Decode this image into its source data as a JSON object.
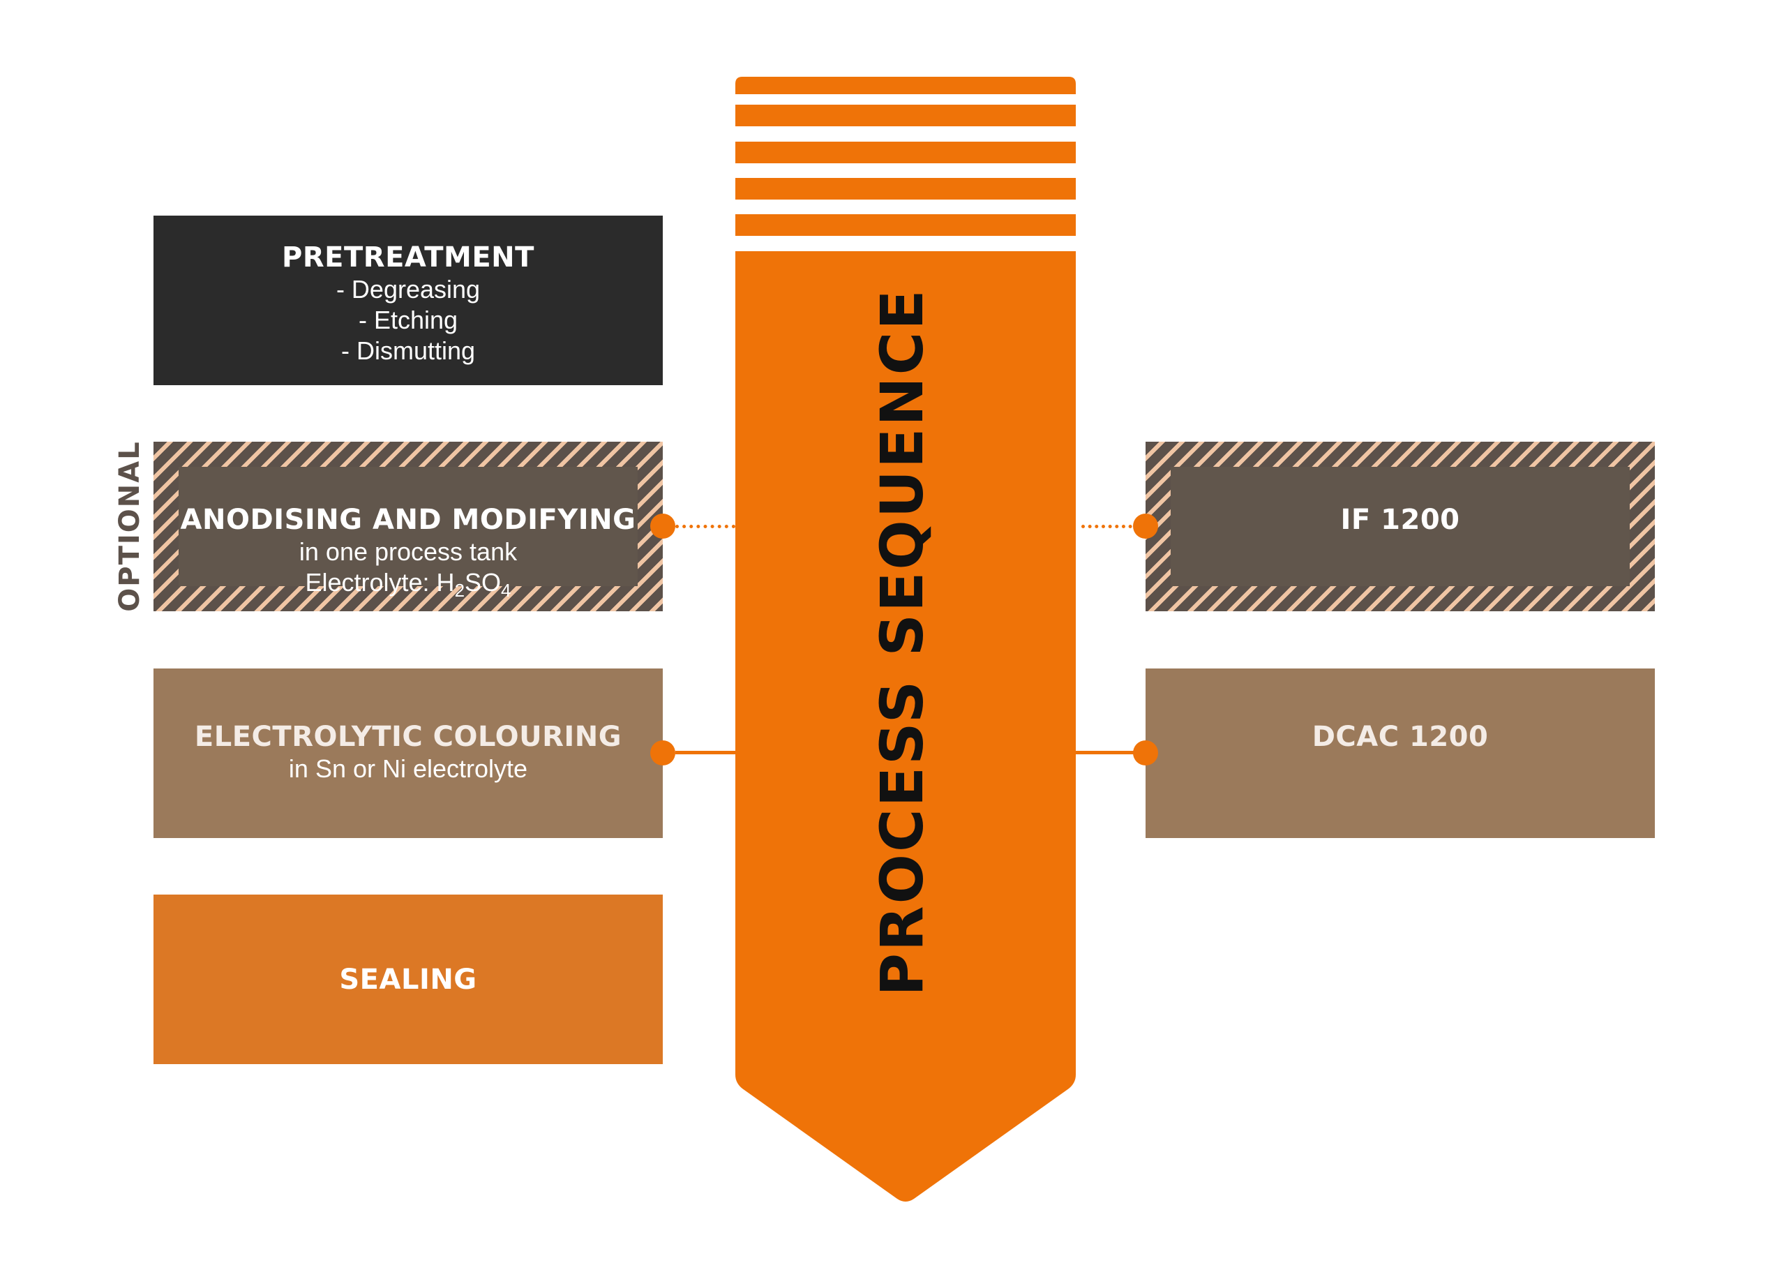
{
  "pretreatment": {
    "title": "PRETREATMENT",
    "items": [
      "- Degreasing",
      "- Etching",
      "- Dismutting"
    ]
  },
  "anodising": {
    "title": "ANODISING AND MODIFYING",
    "line1": "in one process tank",
    "electrolyte_prefix": "Electrolyte: H",
    "sub1": "2",
    "mid": "SO",
    "sub2": "4"
  },
  "optional_label": "OPTIONAL",
  "colouring": {
    "title": "ELECTROLYTIC COLOURING",
    "line1": "in Sn or Ni electrolyte"
  },
  "sealing": {
    "title": "SEALING"
  },
  "if1200": {
    "title": "IF 1200"
  },
  "dcac1200": {
    "title": "DCAC 1200"
  },
  "arrow": {
    "label": "PROCESS SEQUENCE"
  },
  "colors": {
    "orange": "#ef7308",
    "dark": "#2b2b2b",
    "brown": "#9b7a5b",
    "hatch_dark": "#5c514a",
    "hatch_light": "#f0c5a4",
    "sealing": "#dc7825"
  }
}
